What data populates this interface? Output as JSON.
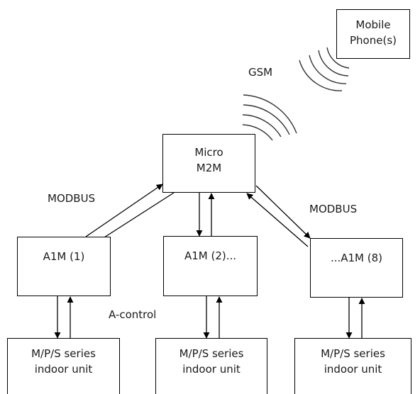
{
  "mobile": {
    "line1": "Mobile",
    "line2": "Phone(s)"
  },
  "gsm_label": "GSM",
  "micro": {
    "line1": "Micro",
    "line2": "M2M"
  },
  "modbus_left": "MODBUS",
  "modbus_right": "MODBUS",
  "acontrol": "A-control",
  "a1m": [
    "A1M (1)",
    "A1M (2)...",
    "...A1M (8)"
  ],
  "indoor": [
    {
      "line1": "M/P/S series",
      "line2": "indoor unit"
    },
    {
      "line1": "M/P/S series",
      "line2": "indoor unit"
    },
    {
      "line1": "M/P/S series",
      "line2": "indoor unit"
    }
  ]
}
